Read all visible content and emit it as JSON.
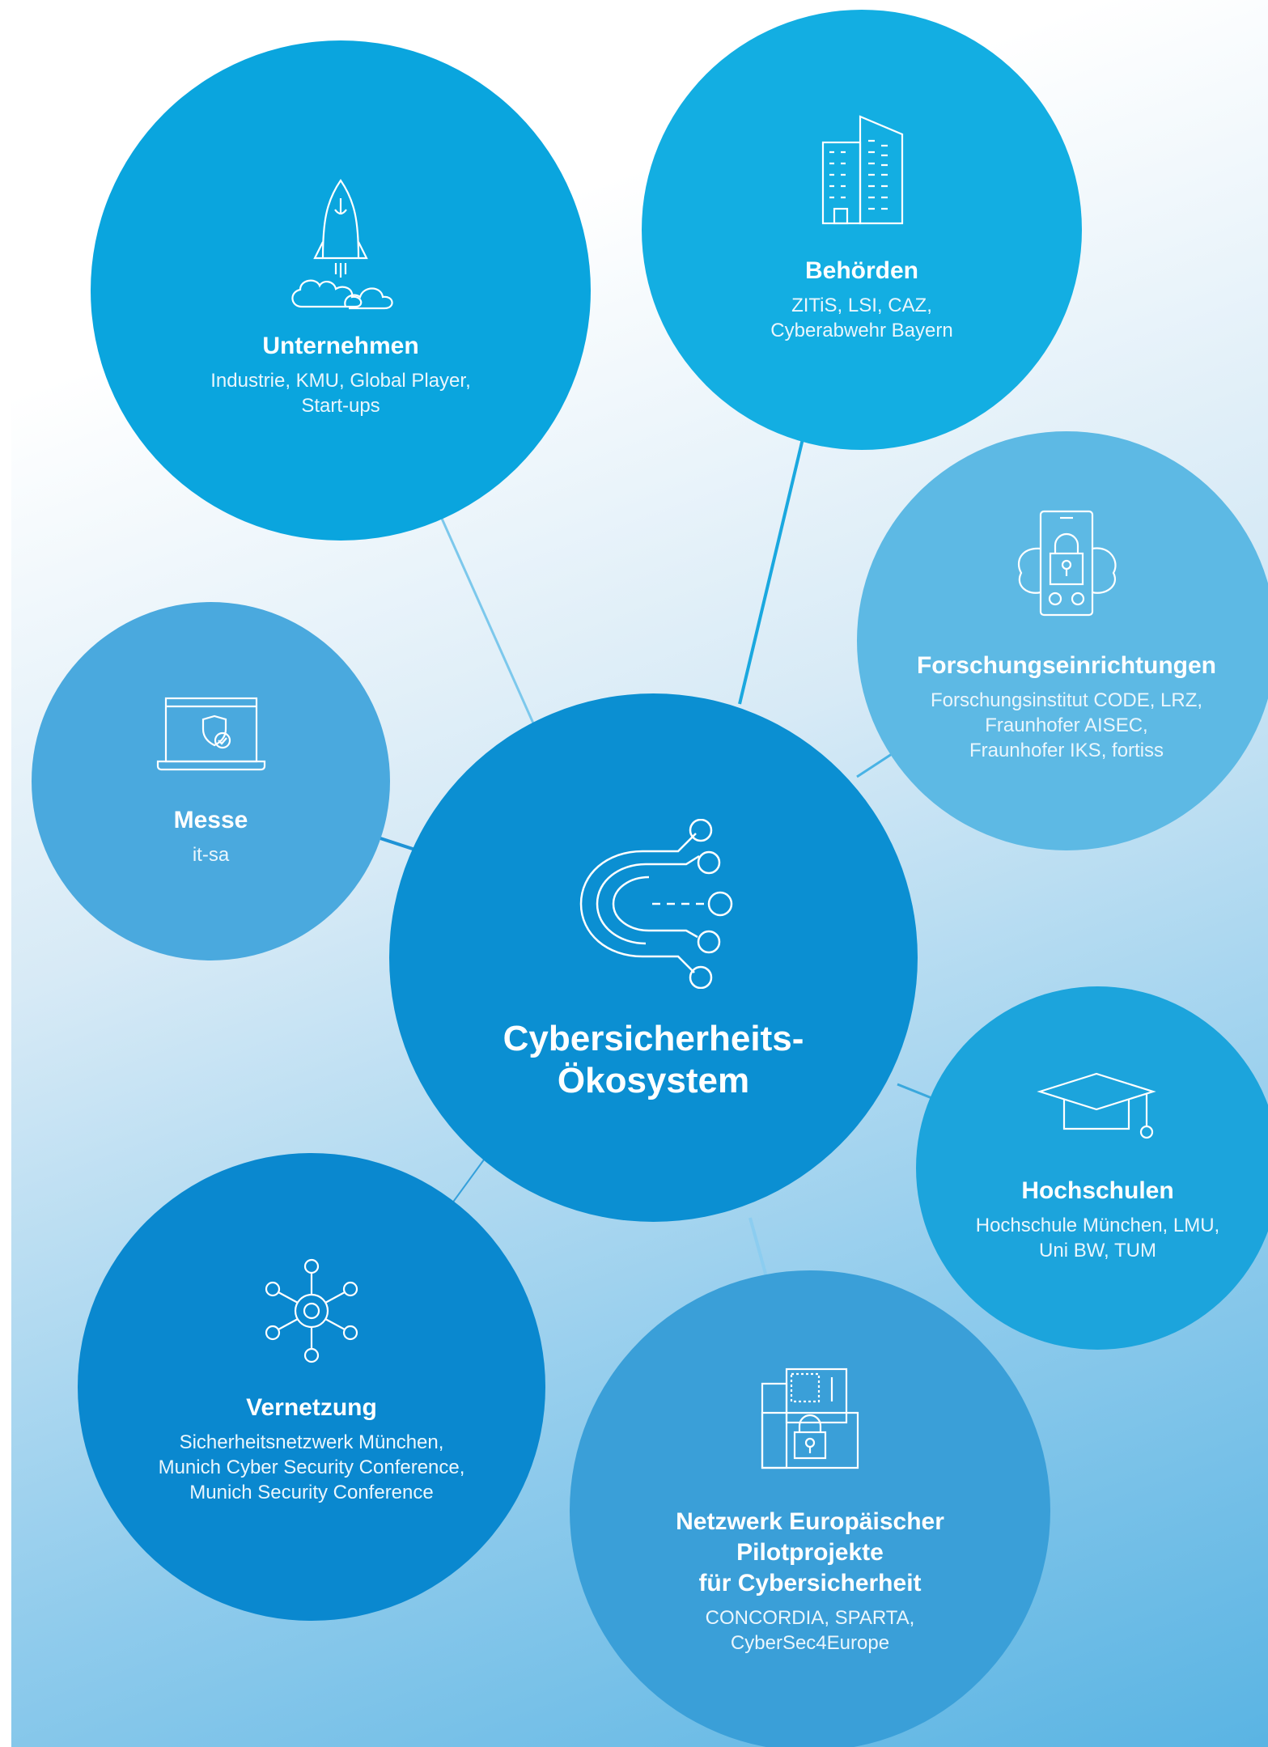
{
  "nodes": {
    "center": {
      "title_line1": "Cybersicherheits-",
      "title_line2": "Ökosystem",
      "icon": "network-hub-icon"
    },
    "unternehmen": {
      "title": "Unternehmen",
      "desc_line1": "Industrie, KMU, Global Player,",
      "desc_line2": "Start-ups",
      "icon": "rocket-icon"
    },
    "behoerden": {
      "title": "Behörden",
      "desc_line1": "ZITiS, LSI, CAZ,",
      "desc_line2": "Cyberabwehr Bayern",
      "icon": "building-icon"
    },
    "forschung": {
      "title": "Forschungseinrichtungen",
      "desc_line1": "Forschungsinstitut CODE, LRZ,",
      "desc_line2": "Fraunhofer AISEC,",
      "desc_line3": "Fraunhofer IKS, fortiss",
      "icon": "phone-lock-cloud-icon"
    },
    "messe": {
      "title": "Messe",
      "desc_line1": "it-sa",
      "icon": "laptop-shield-icon"
    },
    "hochschulen": {
      "title": "Hochschulen",
      "desc_line1": "Hochschule München, LMU,",
      "desc_line2": "Uni BW, TUM",
      "icon": "graduation-cap-icon"
    },
    "vernetzung": {
      "title": "Vernetzung",
      "desc_line1": "Sicherheitsnetzwerk München,",
      "desc_line2": "Munich Cyber Security Conference,",
      "desc_line3": "Munich Security Conference",
      "icon": "network-icon"
    },
    "netzwerk": {
      "title_line1": "Netzwerk Europäischer",
      "title_line2": "Pilotprojekte",
      "title_line3": "für Cybersicherheit",
      "desc_line1": "CONCORDIA, SPARTA,",
      "desc_line2": "CyberSec4Europe",
      "icon": "document-lock-icon"
    }
  },
  "colors": {
    "center": "#0b8fd2",
    "unternehmen": "#0aa5de",
    "behoerden": "#13aee2",
    "forschung": "#5db9e4",
    "messe": "#4aa9de",
    "hochschulen": "#1ca4dc",
    "vernetzung": "#0a88cf",
    "netzwerk": "#3a9fd8"
  }
}
